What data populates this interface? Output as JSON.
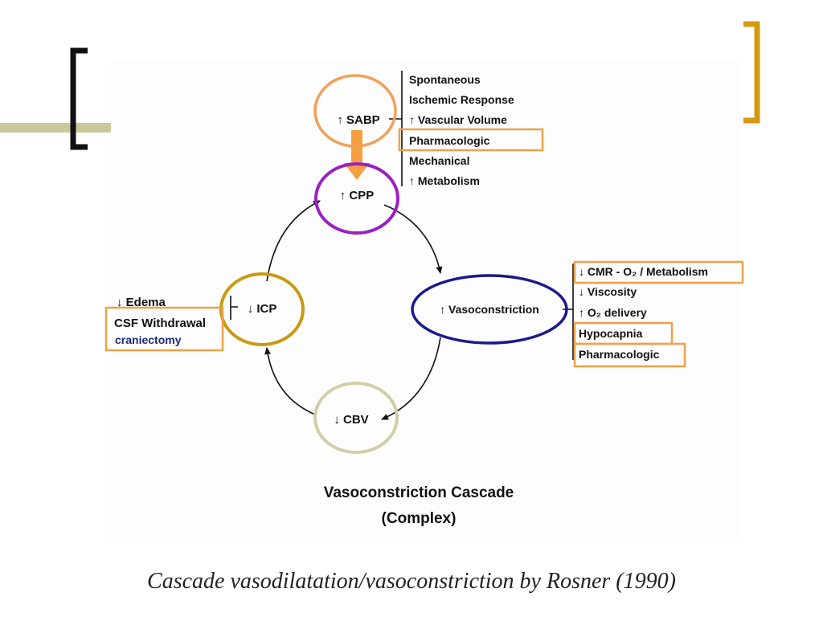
{
  "colors": {
    "accent_olive": "#c9c99a",
    "bracket_gold": "#d49a12",
    "highlight_orange": "#f0a04a",
    "arrow_orange": "#f4a040",
    "sabp_ring": "#f2a058",
    "cpp_ring": "#9b1fc2",
    "vaso_ring": "#1a1a8c",
    "icp_ring": "#c99a12",
    "cbv_ring": "#cfcfa8"
  },
  "nodes": {
    "sabp": "↑ SABP",
    "cpp": "↑ CPP",
    "vasoconstriction": "↑ Vasoconstriction",
    "cbv": "↓ CBV",
    "icp": "↓ ICP"
  },
  "sabp_factors": [
    "Spontaneous",
    "Ischemic Response",
    "↑ Vascular Volume",
    "Pharmacologic",
    "Mechanical",
    "↑ Metabolism"
  ],
  "vaso_factors": [
    "↓ CMR - O₂ / Metabolism",
    "↓ Viscosity",
    "↑ O₂ delivery",
    "Hypocapnia",
    "Pharmacologic"
  ],
  "icp_factors": [
    "↓ Edema",
    "CSF Withdrawal"
  ],
  "added_note": "craniectomy",
  "figure_title_line1": "Vasoconstriction Cascade",
  "figure_title_line2": "(Complex)",
  "caption": "Cascade vasodilatation/vasoconstriction by Rosner (1990)"
}
